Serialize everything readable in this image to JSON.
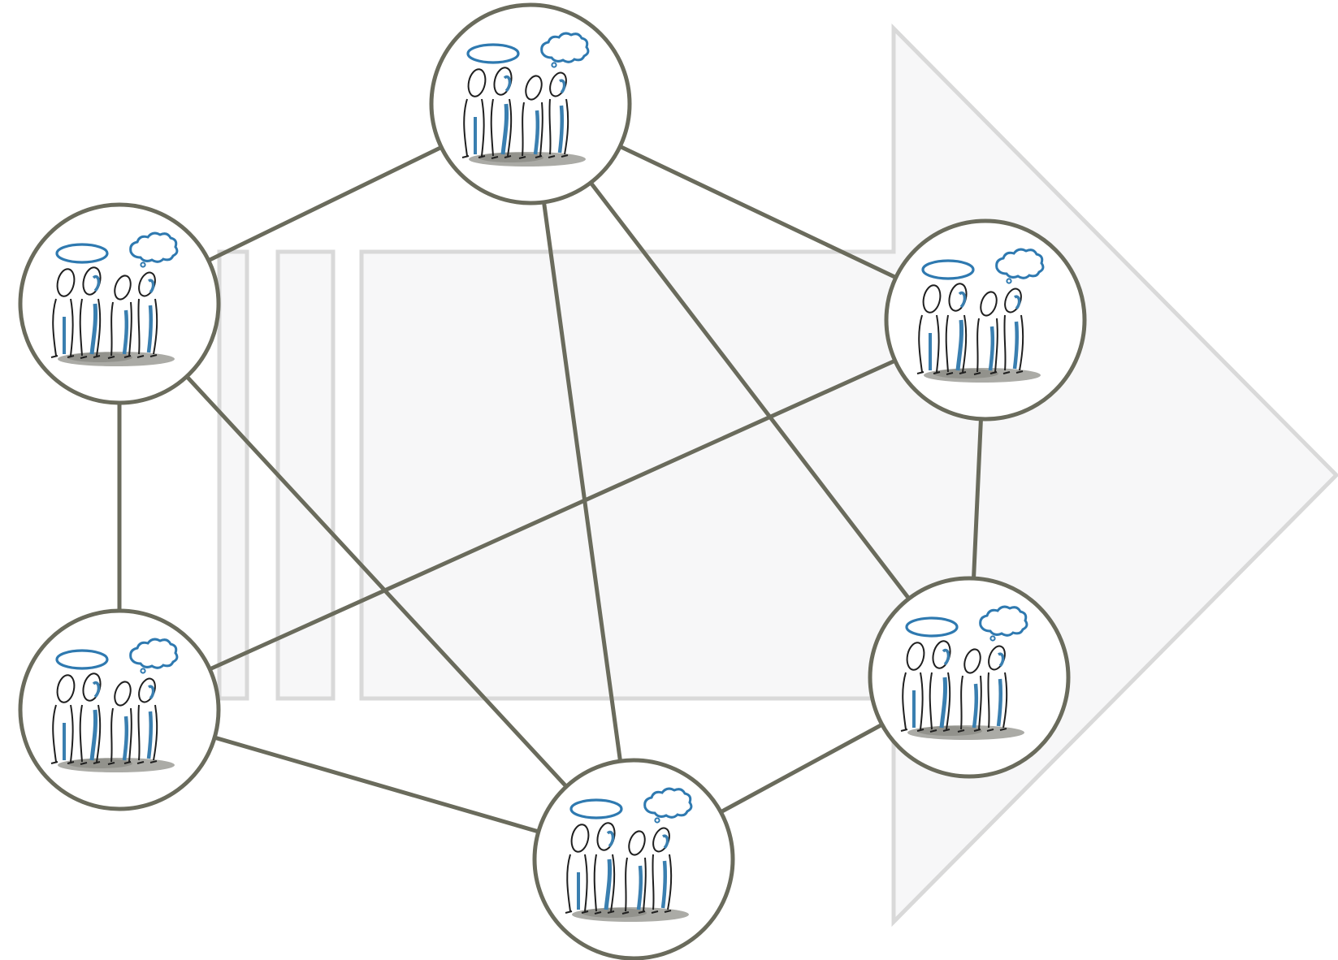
{
  "colors": {
    "background_shape_fill": "#f7f7f8",
    "background_shape_stroke": "#d9d9d9",
    "edge": "#6a6b5c",
    "node_ring": "#6a6b5c",
    "person_outline": "#1f1f1f",
    "person_accent": "#3a7fb0",
    "bubble": "#2e79b0",
    "shadow": "#8f8f88"
  },
  "nodes": [
    {
      "id": "top-center",
      "icon": "people-group-icon"
    },
    {
      "id": "upper-left",
      "icon": "people-group-icon"
    },
    {
      "id": "upper-right",
      "icon": "people-group-icon"
    },
    {
      "id": "lower-left",
      "icon": "people-group-icon"
    },
    {
      "id": "lower-right",
      "icon": "people-group-icon"
    },
    {
      "id": "bottom-center",
      "icon": "people-group-icon"
    }
  ],
  "edges": [
    [
      "top-center",
      "upper-left"
    ],
    [
      "top-center",
      "upper-right"
    ],
    [
      "top-center",
      "bottom-center"
    ],
    [
      "top-center",
      "lower-right"
    ],
    [
      "upper-left",
      "lower-left"
    ],
    [
      "upper-left",
      "bottom-center"
    ],
    [
      "upper-right",
      "lower-right"
    ],
    [
      "upper-right",
      "lower-left"
    ],
    [
      "lower-left",
      "bottom-center"
    ],
    [
      "bottom-center",
      "lower-right"
    ]
  ],
  "background": {
    "icon": "process-arrow-icon"
  }
}
